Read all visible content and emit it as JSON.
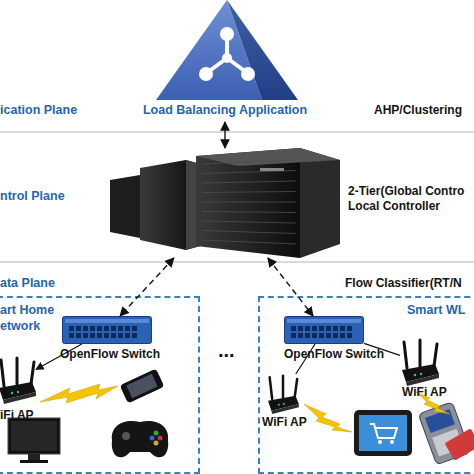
{
  "diagram": {
    "nodes": [
      {
        "text": [
          "Load Balancing Application"
        ]
      },
      {
        "text": [
          "2-Tier(Global Contro Local Controller"
        ]
      },
      {
        "text": [
          "art Home etwork"
        ]
      },
      {
        "text": [
          "OpenFlow Switch"
        ],
        "in": 2
      },
      {
        "text": [
          "iFi AP"
        ],
        "in": 2
      },
      {
        "text": [
          "Smart WL"
        ]
      },
      {
        "text": [
          "OpenFlow Switch"
        ],
        "in": 5
      },
      {
        "text": [
          "WiFi AP"
        ],
        "in": 5
      },
      {
        "text": [
          "WiFi AP"
        ],
        "in": 5
      }
    ],
    "edges": [
      {
        "from": 0,
        "to": 1,
        "arrow": "both"
      },
      {
        "from": 1,
        "to": 3,
        "arrow": "both"
      },
      {
        "from": 1,
        "to": 6,
        "arrow": "both"
      },
      {
        "from": 3,
        "to": 4,
        "arrow": "to"
      },
      {
        "from": 6,
        "to": 7,
        "arrow": "none"
      },
      {
        "from": 6,
        "to": 8,
        "arrow": "none"
      }
    ],
    "labels": [
      "ication Plane",
      "AHP/Clustering",
      "ntrol Plane",
      "ata Plane",
      "Flow Classifier(RT/N",
      "..."
    ]
  }
}
